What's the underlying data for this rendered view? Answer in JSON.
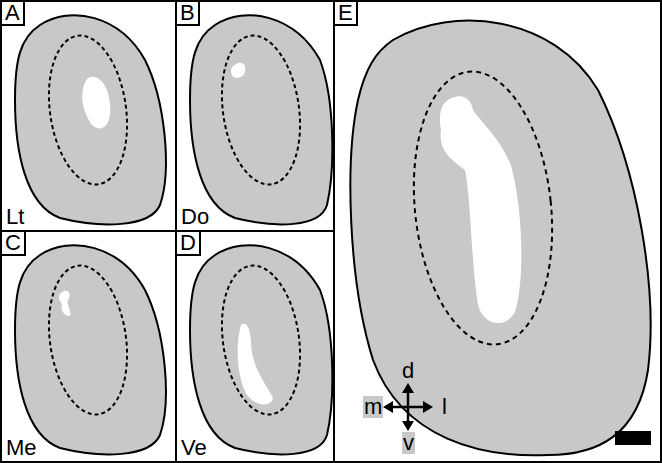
{
  "diagram": {
    "nodes": [
      {
        "text": [
          "A",
          "Lt"
        ]
      },
      {
        "text": [
          "B",
          "Do"
        ]
      },
      {
        "text": [
          "C",
          "Me"
        ]
      },
      {
        "text": [
          "D",
          "Ve"
        ]
      },
      {
        "text": [
          "E"
        ]
      }
    ],
    "labels": [
      "d",
      "m",
      "l",
      "v"
    ]
  }
}
